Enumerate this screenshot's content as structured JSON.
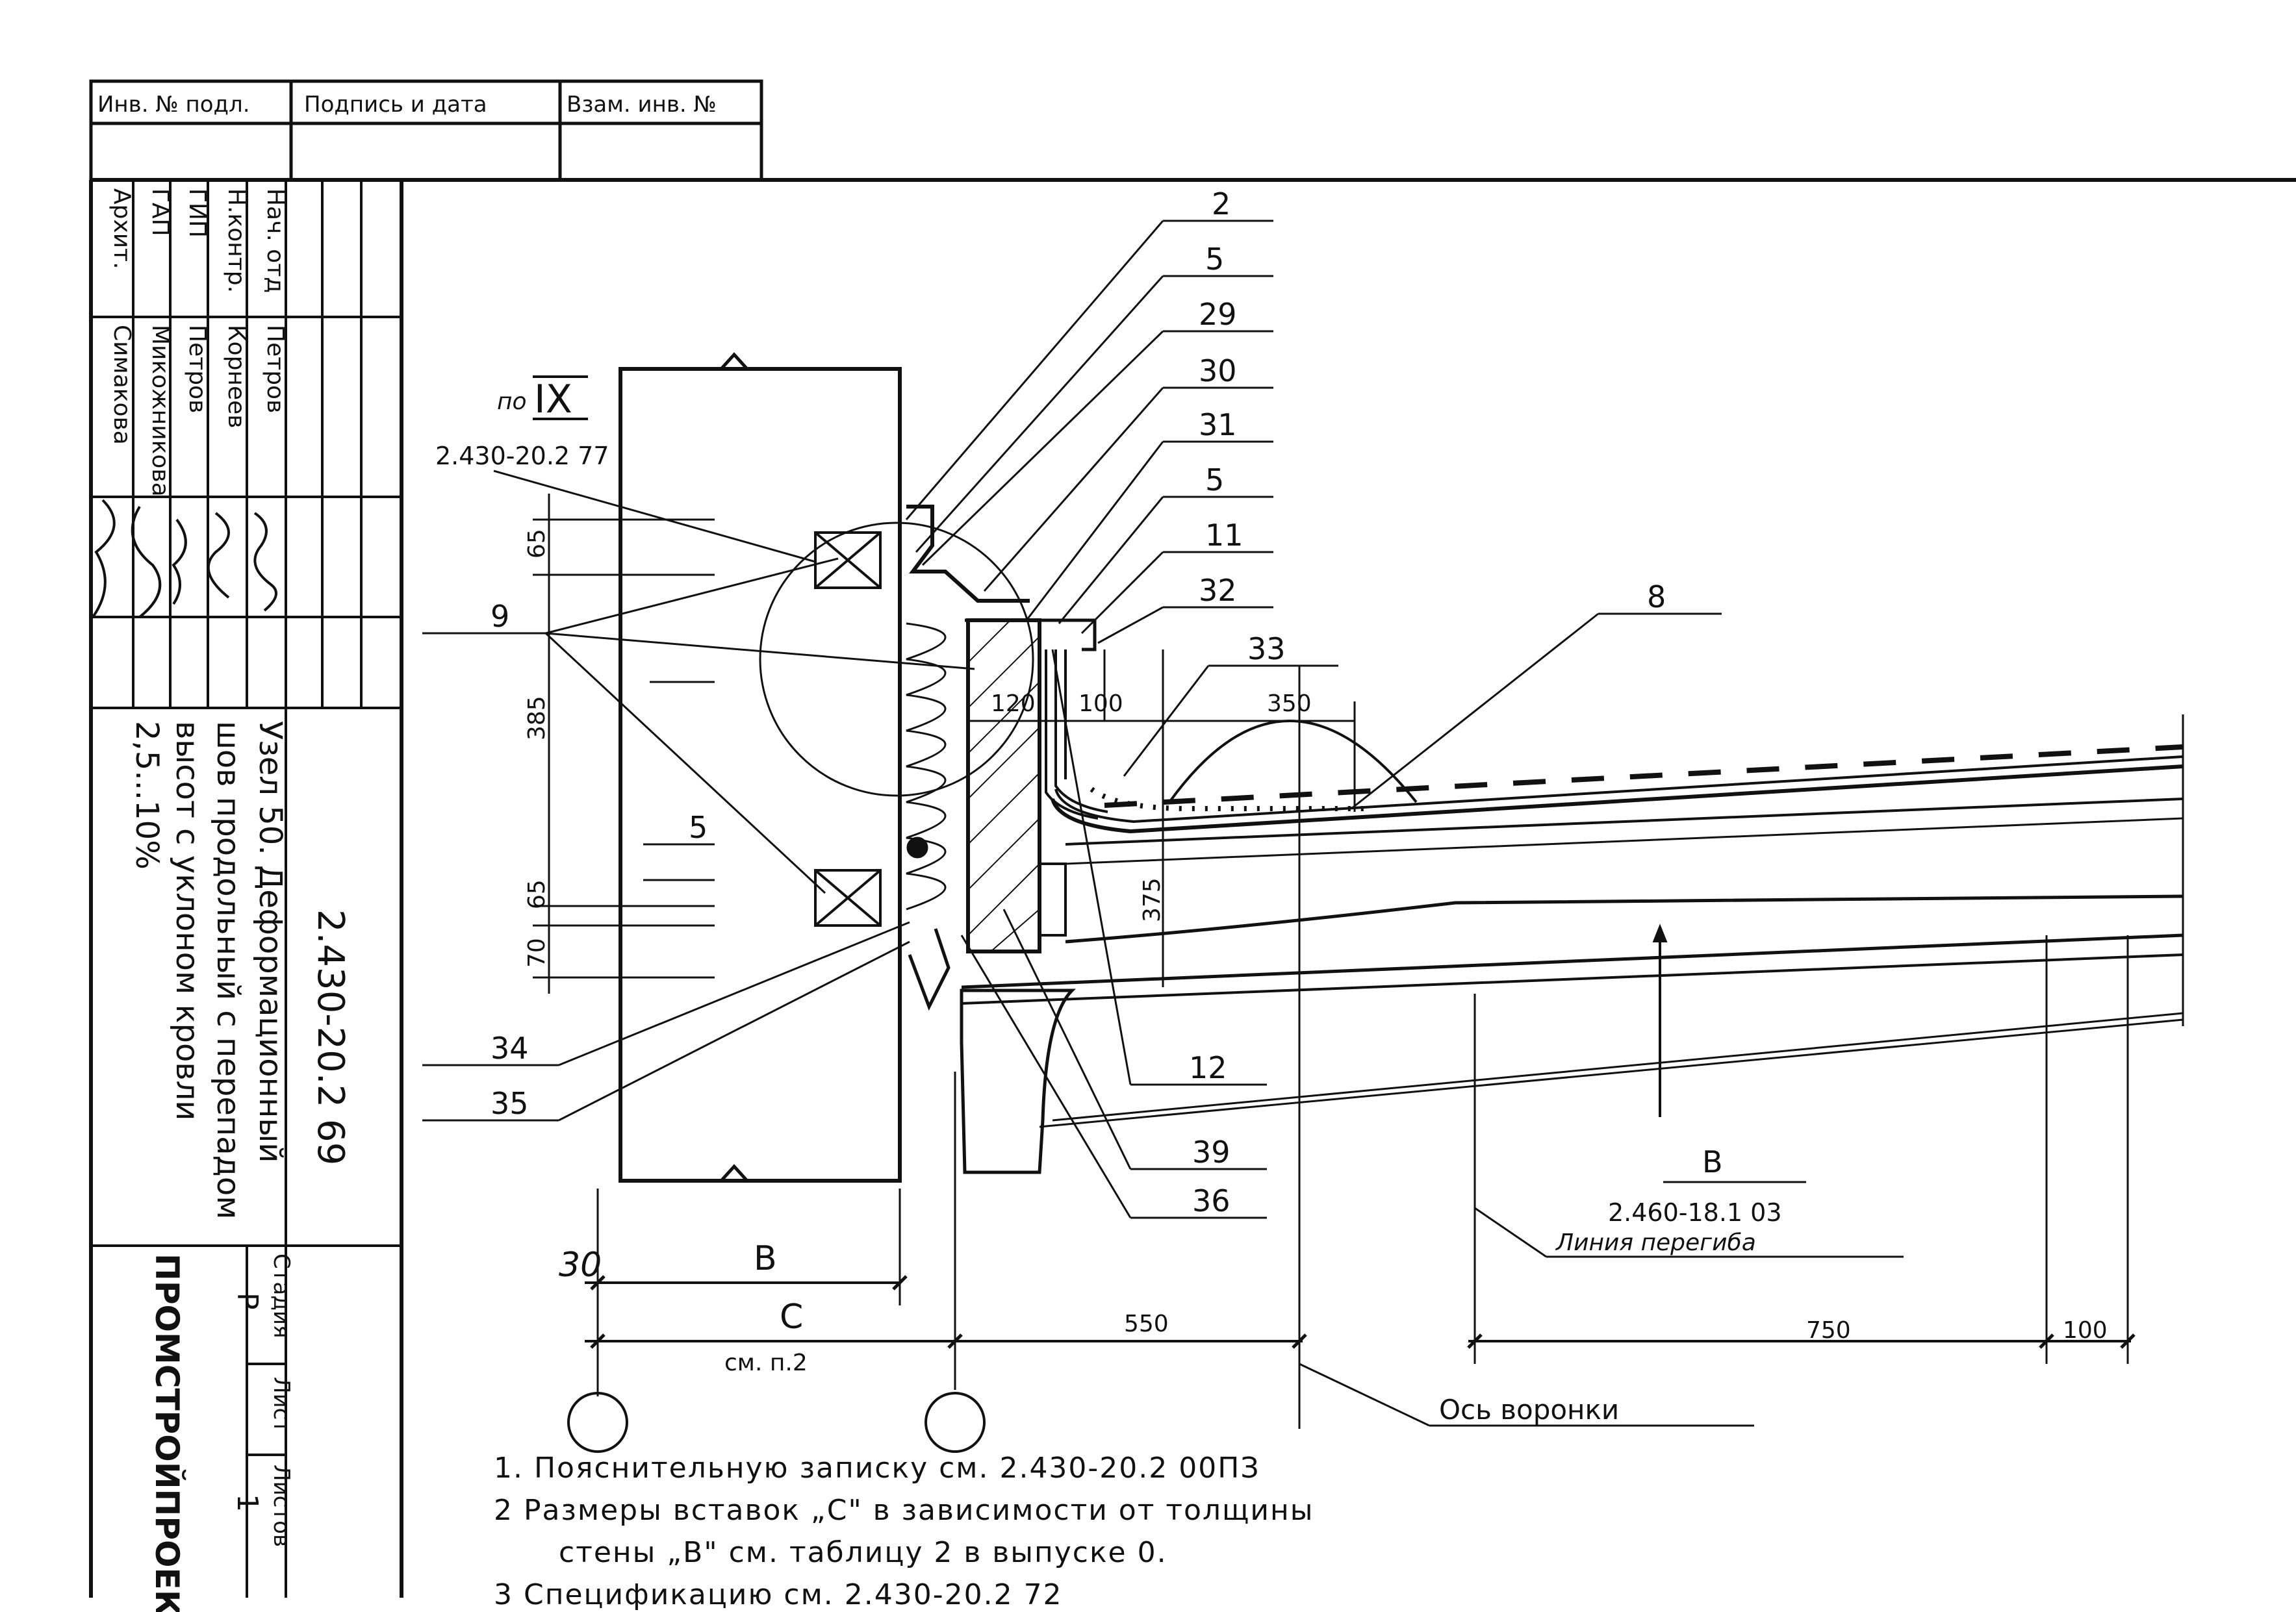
{
  "stamp": {
    "inv_podl": "Инв. № подл.",
    "signature_date": "Подпись и дата",
    "vzam_inv": "Взам. инв. №"
  },
  "roles": {
    "nach_otd": "Нач. отд",
    "n_kontr": "Н.контр.",
    "gip": "ГИП",
    "gap": "ГАП",
    "arkhit": "Архит."
  },
  "names": {
    "nach_otd": "Петров",
    "n_kontr": "Корнеев",
    "gip": "Петров",
    "gap": "Микожникова",
    "arkhit": "Симакова"
  },
  "title": {
    "line1": "Узел 50. Деформационный",
    "line2": "шов продольный с перепадом",
    "line3": "высот с уклоном кровли",
    "line4": "2,5...10%"
  },
  "doc_code": "2.430-20.2 69",
  "stage": {
    "label": "Стадия",
    "value": "Р"
  },
  "sheet": {
    "label": "Лист",
    "value": ""
  },
  "sheets": {
    "label": "Листов",
    "value": "1"
  },
  "org": "ПРОМСТРОЙПРОЕКТ",
  "callouts": {
    "c2": "2",
    "c5a": "5",
    "c29": "29",
    "c30": "30",
    "c31": "31",
    "c5b": "5",
    "c11": "11",
    "c32": "32",
    "c33": "33",
    "c8": "8",
    "c9": "9",
    "c5c": "5",
    "c34": "34",
    "c35": "35",
    "c12": "12",
    "c39": "39",
    "c36": "36"
  },
  "ref_po": "по",
  "ref_roman": "IX",
  "ref_doc": "2.430-20.2 77",
  "ref_b_letter": "В",
  "ref_b_doc": "2.460-18.1 03",
  "fold_line": "Линия перегиба",
  "funnel_axis": "Ось воронки",
  "dims": {
    "d65a": "65",
    "d385": "385",
    "d65b": "65",
    "d70": "70",
    "d120": "120",
    "d100a": "100",
    "d350": "350",
    "d375": "375",
    "d30": "30",
    "dB": "В",
    "dC": "С",
    "dC_note": "см. п.2",
    "d550": "550",
    "d750": "750",
    "d100b": "100"
  },
  "notes": {
    "n1": "1.  Пояснительную записку см. 2.430-20.2 00ПЗ",
    "n2": "2  Размеры вставок „С\" в зависимости от толщины",
    "n2b": "стены „В\" см. таблицу 2 в выпуске 0.",
    "n3": "3  Спецификацию см. 2.430-20.2 72"
  }
}
